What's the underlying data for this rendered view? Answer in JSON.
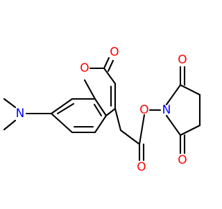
{
  "molecule": {
    "atoms": {
      "amine_nitrogen": {
        "symbol": "N",
        "color": "#0000ff"
      },
      "ring_oxygen": {
        "symbol": "O",
        "color": "#ff0000"
      },
      "lactone_carbonyl_oxygen": {
        "symbol": "O",
        "color": "#ff0000"
      },
      "ester_carbonyl_oxygen": {
        "symbol": "O",
        "color": "#ff0000"
      },
      "ester_bridge_oxygen": {
        "symbol": "O",
        "color": "#ff0000"
      },
      "imide_nitrogen": {
        "symbol": "N",
        "color": "#0000ff"
      },
      "imide_top_carbonyl_oxygen": {
        "symbol": "O",
        "color": "#ff0000"
      },
      "imide_bottom_carbonyl_oxygen": {
        "symbol": "O",
        "color": "#ff0000"
      }
    },
    "bond_color": "#000000"
  }
}
